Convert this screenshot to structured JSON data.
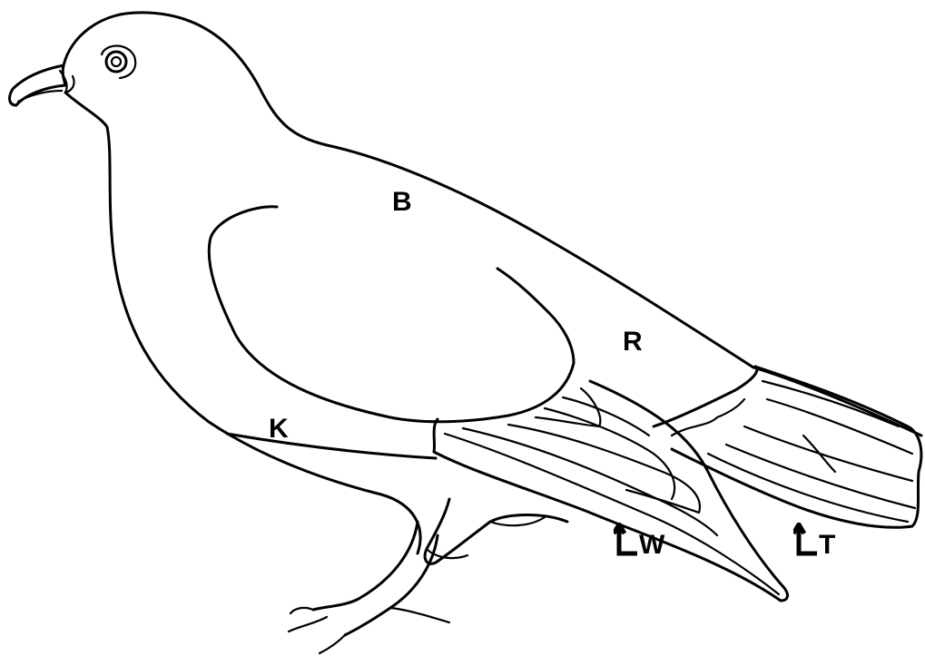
{
  "labels": {
    "back": "B",
    "rump": "R",
    "keel": "K",
    "wing": "W",
    "tail": "T"
  },
  "colors": {
    "ink": "#000000",
    "paper": "#ffffff"
  },
  "icons": {
    "wing_pointer": "bent-up-arrow-icon",
    "tail_pointer": "bent-up-arrow-icon"
  }
}
